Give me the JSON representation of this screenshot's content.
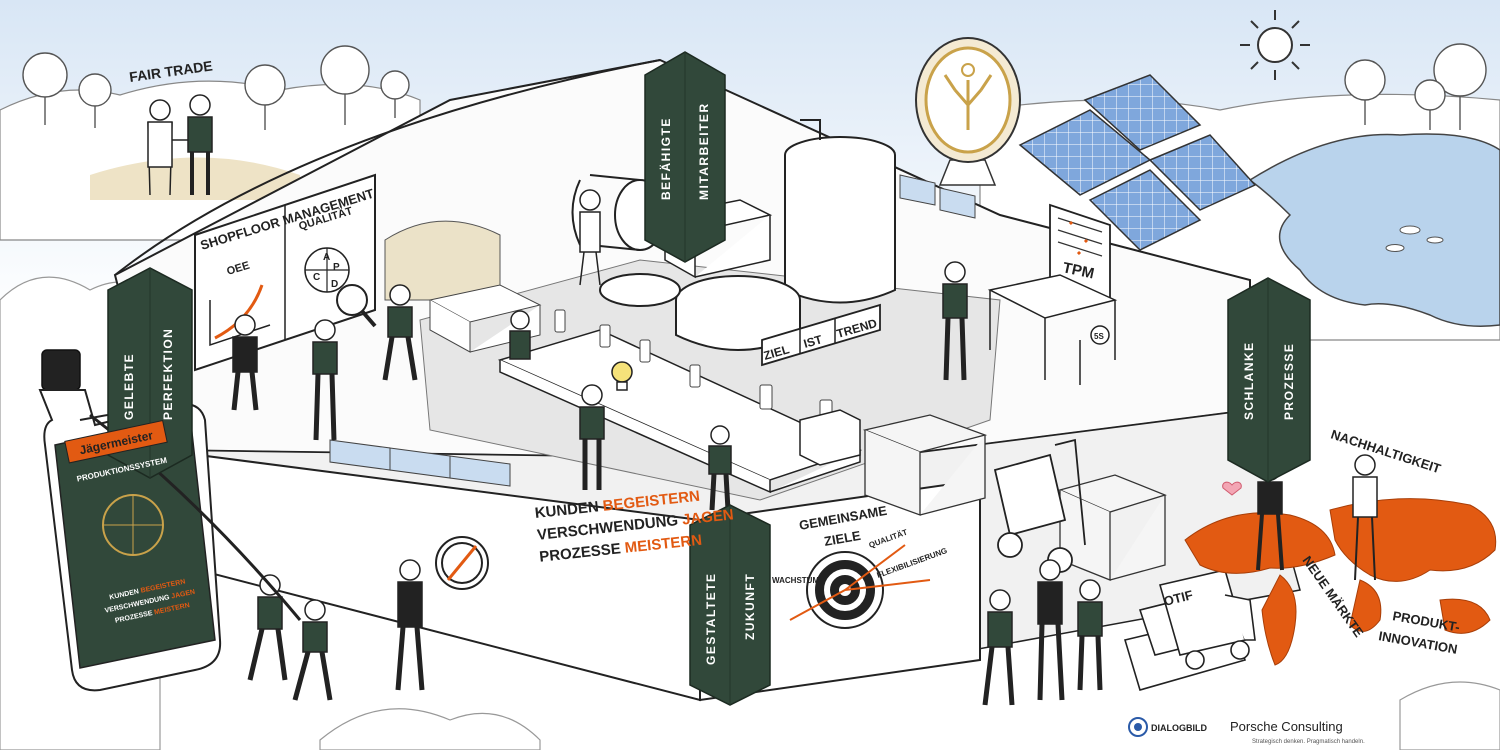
{
  "colors": {
    "pillar": "#31483a",
    "accent": "#e25a12",
    "gold": "#c9a24a",
    "water": "#b9d3ec",
    "ink": "#222222",
    "grass": "#e9e1c9"
  },
  "labels": {
    "fair_trade": "FAIR TRADE",
    "shopfloor_title": "SHOPFLOOR MANAGEMENT",
    "oee": "OEE",
    "qualitaet": "QUALITÄT",
    "pdca": [
      "A",
      "P",
      "C",
      "D"
    ],
    "ziel": "ZIEL",
    "ist": "IST",
    "trend": "TREND",
    "tpm": "TPM",
    "five_s": "5S",
    "otif": "OTIF",
    "nachhaltigkeit": "NACHHALTIGKEIT",
    "neue_maerkte": "NEUE MÄRKTE",
    "produkt_innovation_1": "PRODUKT-",
    "produkt_innovation_2": "INNOVATION",
    "gemeinsame_ziele_1": "GEMEINSAME",
    "gemeinsame_ziele_2": "ZIELE",
    "target_labels": {
      "wachstum": "WACHSTUM",
      "qualitaet": "QUALITÄT",
      "flexibilisierung": "FLEXIBILISIERUNG"
    },
    "slogan": [
      {
        "dark": "KUNDEN ",
        "accent": "BEGEISTERN"
      },
      {
        "dark": "VERSCHWENDUNG ",
        "accent": "JAGEN"
      },
      {
        "dark": "PROZESSE ",
        "accent": "MEISTERN"
      }
    ]
  },
  "pillars": [
    {
      "id": "befaehigte-mitarbeiter",
      "line1": "BEFÄHIGTE",
      "line2": "MITARBEITER"
    },
    {
      "id": "gelebte-perfektion",
      "line1": "GELEBTE",
      "line2": "PERFEKTION"
    },
    {
      "id": "schlanke-prozesse",
      "line1": "SCHLANKE",
      "line2": "PROZESSE"
    },
    {
      "id": "gestaltete-zukunft",
      "line1": "GESTALTETE",
      "line2": "ZUKUNFT"
    }
  ],
  "bottle": {
    "brand": "Jägermeister",
    "system": "PRODUKTIONSSYSTEM",
    "slogan_lines": [
      {
        "dark": "KUNDEN ",
        "accent": "BEGEISTERN"
      },
      {
        "dark": "VERSCHWENDUNG ",
        "accent": "JAGEN"
      },
      {
        "dark": "PROZESSE ",
        "accent": "MEISTERN"
      }
    ]
  },
  "logos": {
    "dialogbild": "DIALOGBILD",
    "porsche": "Porsche Consulting",
    "porsche_tagline": "Strategisch denken. Pragmatisch handeln."
  }
}
